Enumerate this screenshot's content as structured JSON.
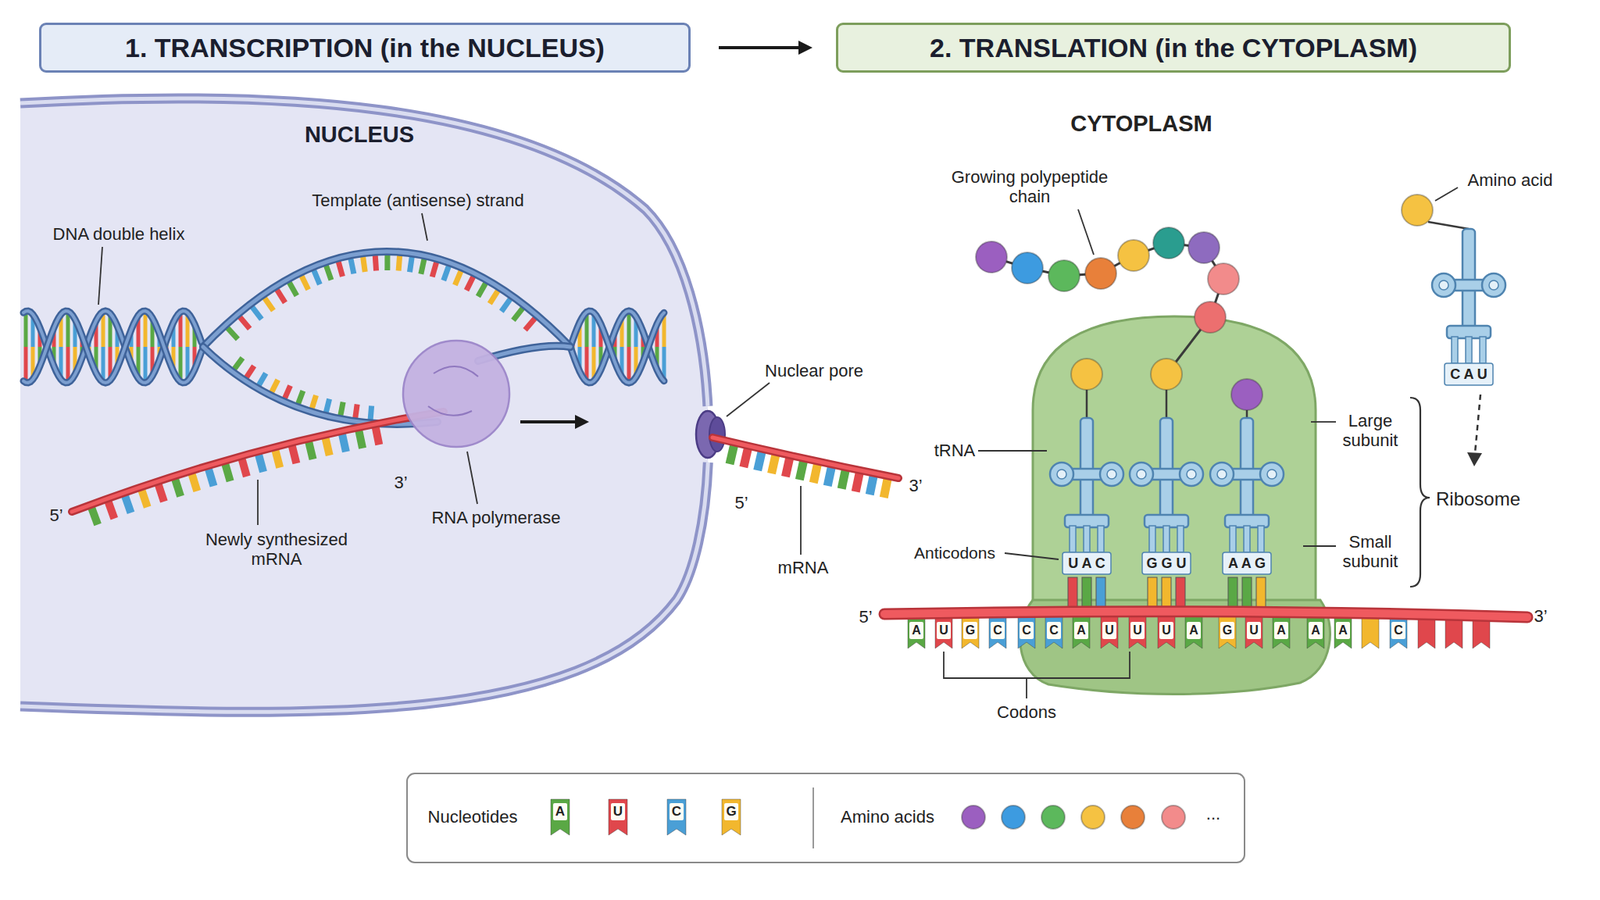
{
  "diagram": {
    "nodes": [
      {
        "text": [
          "1. TRANSCRIPTION (in the NUCLEUS)"
        ]
      },
      {
        "text": [
          "2. TRANSLATION (in the CYTOPLASM)"
        ]
      },
      {
        "text": [
          "NUCLEUS"
        ]
      }
    ],
    "edges": [
      {
        "from": 0,
        "to": 1,
        "arrow": "to"
      }
    ],
    "labels": [
      "DNA double helix",
      "Template (antisense) strand",
      "5’",
      "3’",
      "Newly synthesized mRNA",
      "RNA polymerase",
      "Nuclear pore",
      "5’",
      "3’",
      "mRNA",
      "CYTOPLASM",
      "Growing polypeptide chain",
      "Amino acid",
      "tRNA",
      "Large subunit",
      "Ribosome",
      "Small subunit",
      "Anticodons",
      "U A C",
      "G G U",
      "A A G",
      "C A U",
      "5’",
      "3’",
      "A",
      "U",
      "G",
      "C",
      "C",
      "C",
      "A",
      "U",
      "U",
      "U",
      "A",
      "G",
      "U",
      "A",
      "A",
      "A",
      "C",
      "Codons",
      "Nucleotides",
      "Amino acids",
      "..."
    ],
    "legend": [
      {
        "text": "A",
        "color": "#5aa845"
      },
      {
        "text": "U",
        "color": "#e0474c"
      },
      {
        "text": "C",
        "color": "#4a9fd6"
      },
      {
        "text": "G",
        "color": "#f2b72e"
      }
    ]
  }
}
